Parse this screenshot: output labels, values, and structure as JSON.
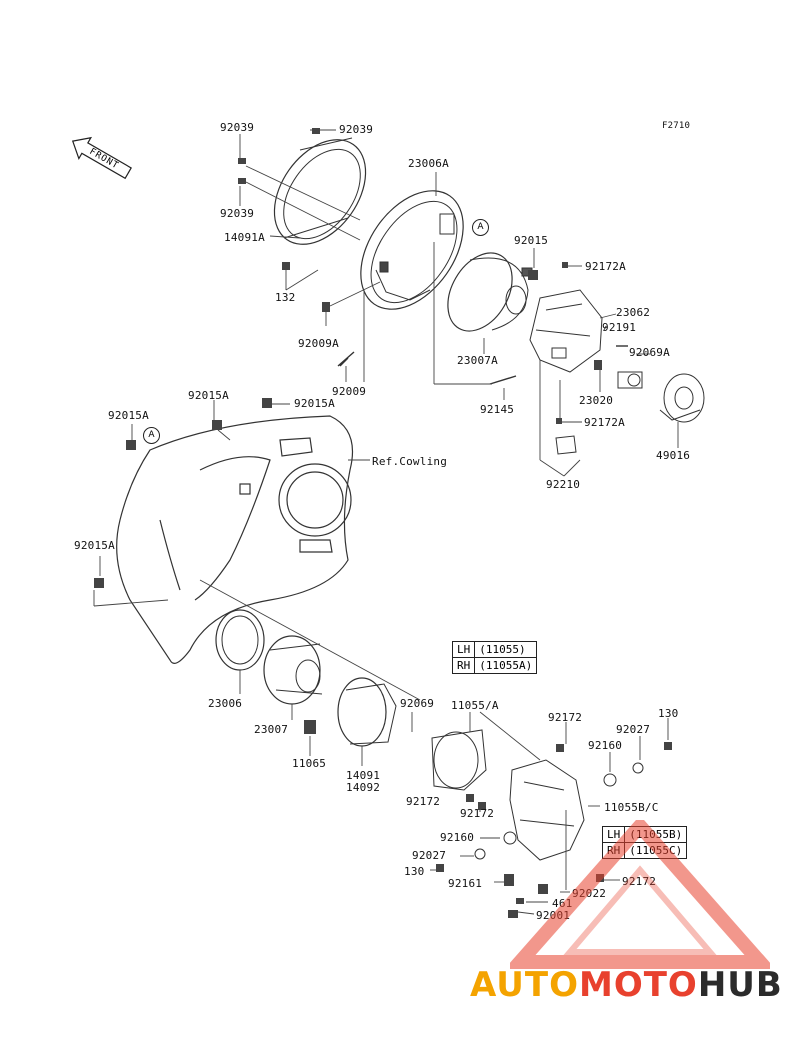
{
  "figure_code": "F2710",
  "front_label": "FRONT",
  "watermark": {
    "part1": "AUTO",
    "part2": "MOTO",
    "part3": "HUB",
    "color1": "#f4a300",
    "color2": "#e8412e",
    "color3": "#2b2b2b"
  },
  "callouts": {
    "a1": "A",
    "a2": "A"
  },
  "labels": {
    "p92039_top_left": "92039",
    "p92039_top_right": "92039",
    "p92039_mid": "92039",
    "p14091A": "14091A",
    "p132": "132",
    "p92009A": "92009A",
    "p92009": "92009",
    "p23006A": "23006A",
    "p92015": "92015",
    "p92172A_top": "92172A",
    "p23007A": "23007A",
    "p23062": "23062",
    "p92191": "92191",
    "p92069A": "92069A",
    "p23020": "23020",
    "p92145": "92145",
    "p92172A_bottom": "92172A",
    "p49016": "49016",
    "p92210": "92210",
    "p92015A_top": "92015A",
    "p92015A_right": "92015A",
    "p92015A_left": "92015A",
    "p92015A_low": "92015A",
    "ref_cowling": "Ref.Cowling",
    "p23006": "23006",
    "p23007": "23007",
    "p11065": "11065",
    "p14091": "14091",
    "p14092": "14092",
    "p92069": "92069",
    "p11055A": "11055/A",
    "p92172_a": "92172",
    "p92172_b": "92172",
    "p92172_c": "92172",
    "p92172_d": "92172",
    "p92027_a": "92027",
    "p92027_b": "92027",
    "p130_a": "130",
    "p130_b": "130",
    "p92160_a": "92160",
    "p92160_b": "92160",
    "p11055BC": "11055B/C",
    "p92161": "92161",
    "p92022": "92022",
    "p461": "461",
    "p92001": "92001"
  },
  "table_top": {
    "rows": [
      {
        "side": "LH",
        "part": "(11055)"
      },
      {
        "side": "RH",
        "part": "(11055A)"
      }
    ]
  },
  "table_bottom": {
    "rows": [
      {
        "side": "LH",
        "part": "(11055B)"
      },
      {
        "side": "RH",
        "part": "(11055C)"
      }
    ]
  }
}
